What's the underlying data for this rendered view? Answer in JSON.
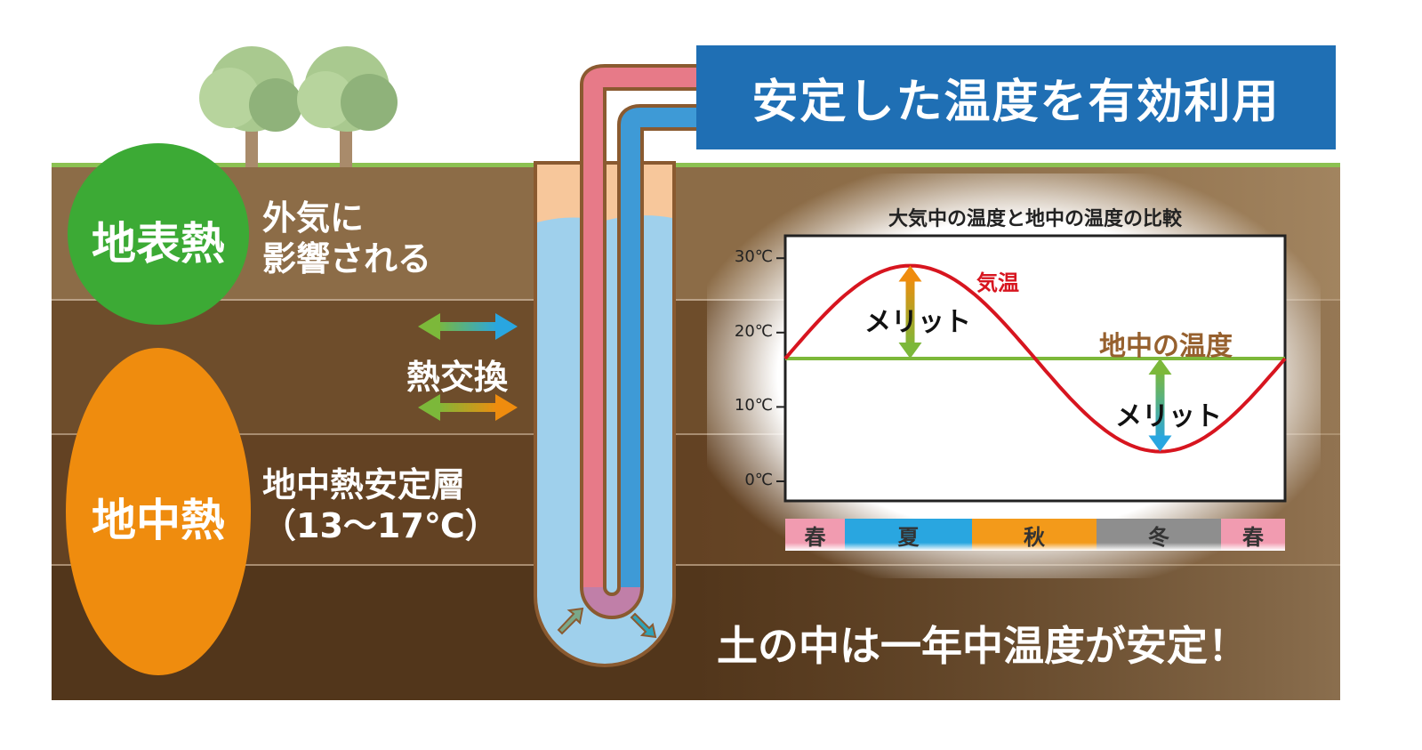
{
  "title": "安定した温度を有効利用",
  "surface_heat": {
    "label": "地表熱",
    "desc_line1": "外気に",
    "desc_line2": "影響される"
  },
  "ground_heat": {
    "label": "地中熱",
    "desc_line1": "地中熱安定層",
    "desc_line2": "（13〜17℃）"
  },
  "heat_exchange": "熱交換",
  "bottom_message": "土の中は一年中温度が安定！",
  "colors": {
    "title_bg": "#1f6fb4",
    "surface_circle": "#3caa35",
    "ground_ellipse": "#ef8c0e",
    "air_temp": "#d7151f",
    "ground_temp": "#7cb83a"
  },
  "chart_data": {
    "type": "line",
    "title": "大気中の温度と地中の温度の比較",
    "y_ticks": [
      "30℃",
      "20℃",
      "10℃",
      "0℃"
    ],
    "ylim": [
      0,
      30
    ],
    "grid": false,
    "x_categories": [
      "春",
      "夏",
      "秋",
      "冬",
      "春"
    ],
    "series": [
      {
        "name": "気温",
        "values": [
          16.5,
          22.75,
          27.3,
          29,
          27.3,
          22.75,
          16.5,
          10.25,
          5.7,
          4,
          5.7,
          10.25,
          16.5
        ]
      },
      {
        "name": "地中の温度",
        "values": [
          16.5,
          16.5,
          16.5,
          16.5,
          16.5,
          16.5,
          16.5,
          16.5,
          16.5,
          16.5,
          16.5,
          16.5,
          16.5
        ]
      }
    ],
    "annotations": [
      "メリット",
      "メリット"
    ]
  }
}
